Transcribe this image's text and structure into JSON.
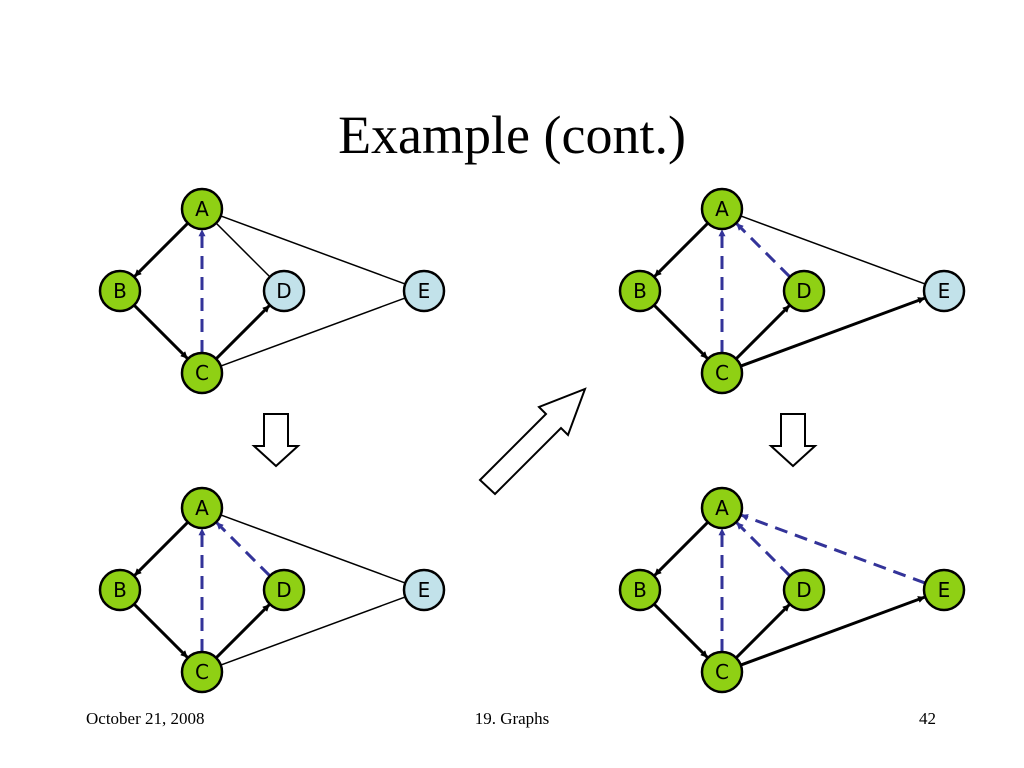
{
  "slide": {
    "title": "Example (cont.)",
    "footer": {
      "date": "October 21, 2008",
      "topic": "19. Graphs",
      "page": "42"
    }
  },
  "colors": {
    "visited": "#8fd014",
    "unvisited": "#c2e2ea",
    "tree_edge": "#000000",
    "back_edge": "#333399",
    "plain_edge": "#000000",
    "node_stroke": "#000000"
  },
  "diagrams": [
    {
      "id": "top-left",
      "nodes": [
        {
          "id": "A",
          "label": "A",
          "state": "visited"
        },
        {
          "id": "B",
          "label": "B",
          "state": "visited"
        },
        {
          "id": "C",
          "label": "C",
          "state": "visited"
        },
        {
          "id": "D",
          "label": "D",
          "state": "unvisited"
        },
        {
          "id": "E",
          "label": "E",
          "state": "unvisited"
        }
      ],
      "edges": [
        {
          "from": "A",
          "to": "B",
          "kind": "tree"
        },
        {
          "from": "B",
          "to": "C",
          "kind": "tree"
        },
        {
          "from": "C",
          "to": "A",
          "kind": "back"
        },
        {
          "from": "C",
          "to": "D",
          "kind": "tree"
        },
        {
          "from": "A",
          "to": "D",
          "kind": "plain"
        },
        {
          "from": "A",
          "to": "E",
          "kind": "plain"
        },
        {
          "from": "C",
          "to": "E",
          "kind": "plain"
        }
      ]
    },
    {
      "id": "bottom-left",
      "nodes": [
        {
          "id": "A",
          "label": "A",
          "state": "visited"
        },
        {
          "id": "B",
          "label": "B",
          "state": "visited"
        },
        {
          "id": "C",
          "label": "C",
          "state": "visited"
        },
        {
          "id": "D",
          "label": "D",
          "state": "visited"
        },
        {
          "id": "E",
          "label": "E",
          "state": "unvisited"
        }
      ],
      "edges": [
        {
          "from": "A",
          "to": "B",
          "kind": "tree"
        },
        {
          "from": "B",
          "to": "C",
          "kind": "tree"
        },
        {
          "from": "C",
          "to": "A",
          "kind": "back"
        },
        {
          "from": "C",
          "to": "D",
          "kind": "tree"
        },
        {
          "from": "D",
          "to": "A",
          "kind": "back"
        },
        {
          "from": "A",
          "to": "E",
          "kind": "plain"
        },
        {
          "from": "C",
          "to": "E",
          "kind": "plain"
        }
      ]
    },
    {
      "id": "top-right",
      "nodes": [
        {
          "id": "A",
          "label": "A",
          "state": "visited"
        },
        {
          "id": "B",
          "label": "B",
          "state": "visited"
        },
        {
          "id": "C",
          "label": "C",
          "state": "visited"
        },
        {
          "id": "D",
          "label": "D",
          "state": "visited"
        },
        {
          "id": "E",
          "label": "E",
          "state": "unvisited"
        }
      ],
      "edges": [
        {
          "from": "A",
          "to": "B",
          "kind": "tree"
        },
        {
          "from": "B",
          "to": "C",
          "kind": "tree"
        },
        {
          "from": "C",
          "to": "A",
          "kind": "back"
        },
        {
          "from": "C",
          "to": "D",
          "kind": "tree"
        },
        {
          "from": "D",
          "to": "A",
          "kind": "back"
        },
        {
          "from": "A",
          "to": "E",
          "kind": "plain"
        },
        {
          "from": "C",
          "to": "E",
          "kind": "tree"
        }
      ]
    },
    {
      "id": "bottom-right",
      "nodes": [
        {
          "id": "A",
          "label": "A",
          "state": "visited"
        },
        {
          "id": "B",
          "label": "B",
          "state": "visited"
        },
        {
          "id": "C",
          "label": "C",
          "state": "visited"
        },
        {
          "id": "D",
          "label": "D",
          "state": "visited"
        },
        {
          "id": "E",
          "label": "E",
          "state": "visited"
        }
      ],
      "edges": [
        {
          "from": "A",
          "to": "B",
          "kind": "tree"
        },
        {
          "from": "B",
          "to": "C",
          "kind": "tree"
        },
        {
          "from": "C",
          "to": "A",
          "kind": "back"
        },
        {
          "from": "C",
          "to": "D",
          "kind": "tree"
        },
        {
          "from": "D",
          "to": "A",
          "kind": "back"
        },
        {
          "from": "E",
          "to": "A",
          "kind": "back"
        },
        {
          "from": "C",
          "to": "E",
          "kind": "tree"
        }
      ]
    }
  ]
}
